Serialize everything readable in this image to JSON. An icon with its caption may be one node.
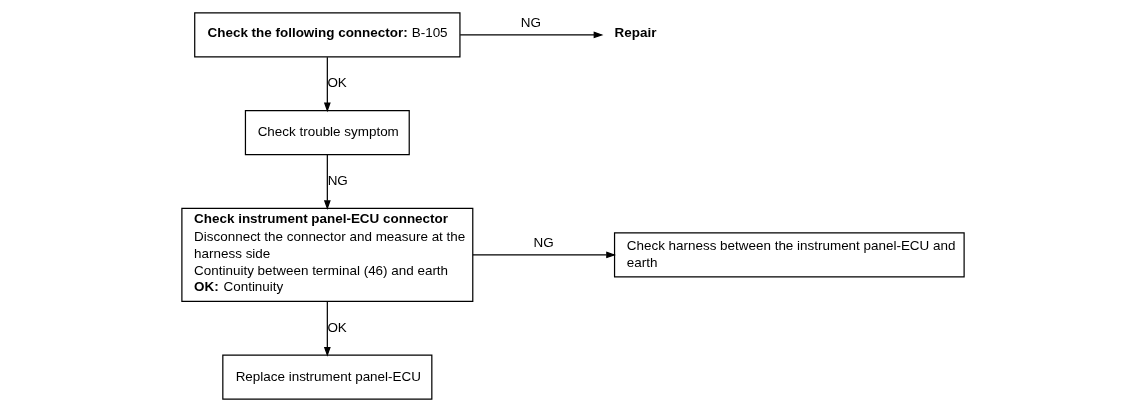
{
  "diagram": {
    "nodes": [
      {
        "text": [
          "**Check the following connector:** B-105"
        ]
      },
      {
        "text": [
          "Repair"
        ]
      },
      {
        "text": [
          "Check trouble symptom"
        ]
      },
      {
        "text": [
          "Check instrument panel-ECU connector",
          "Disconnect the connector and measure at the harness side",
          "Continuity between terminal (46) and earth",
          "**OK:** Continuity"
        ]
      },
      {
        "text": [
          "Check harness between the instrument panel-ECU and earth"
        ]
      },
      {
        "text": [
          "Replace instrument panel-ECU"
        ]
      }
    ],
    "edges": [
      {
        "from": 0,
        "to": 1,
        "arrow": "to",
        "label": "NG"
      },
      {
        "from": 0,
        "to": 2,
        "arrow": "to",
        "label": "OK"
      },
      {
        "from": 2,
        "to": 3,
        "arrow": "to",
        "label": "NG"
      },
      {
        "from": 3,
        "to": 4,
        "arrow": "to",
        "label": "NG"
      },
      {
        "from": 3,
        "to": 5,
        "arrow": "to",
        "label": "OK"
      }
    ]
  }
}
